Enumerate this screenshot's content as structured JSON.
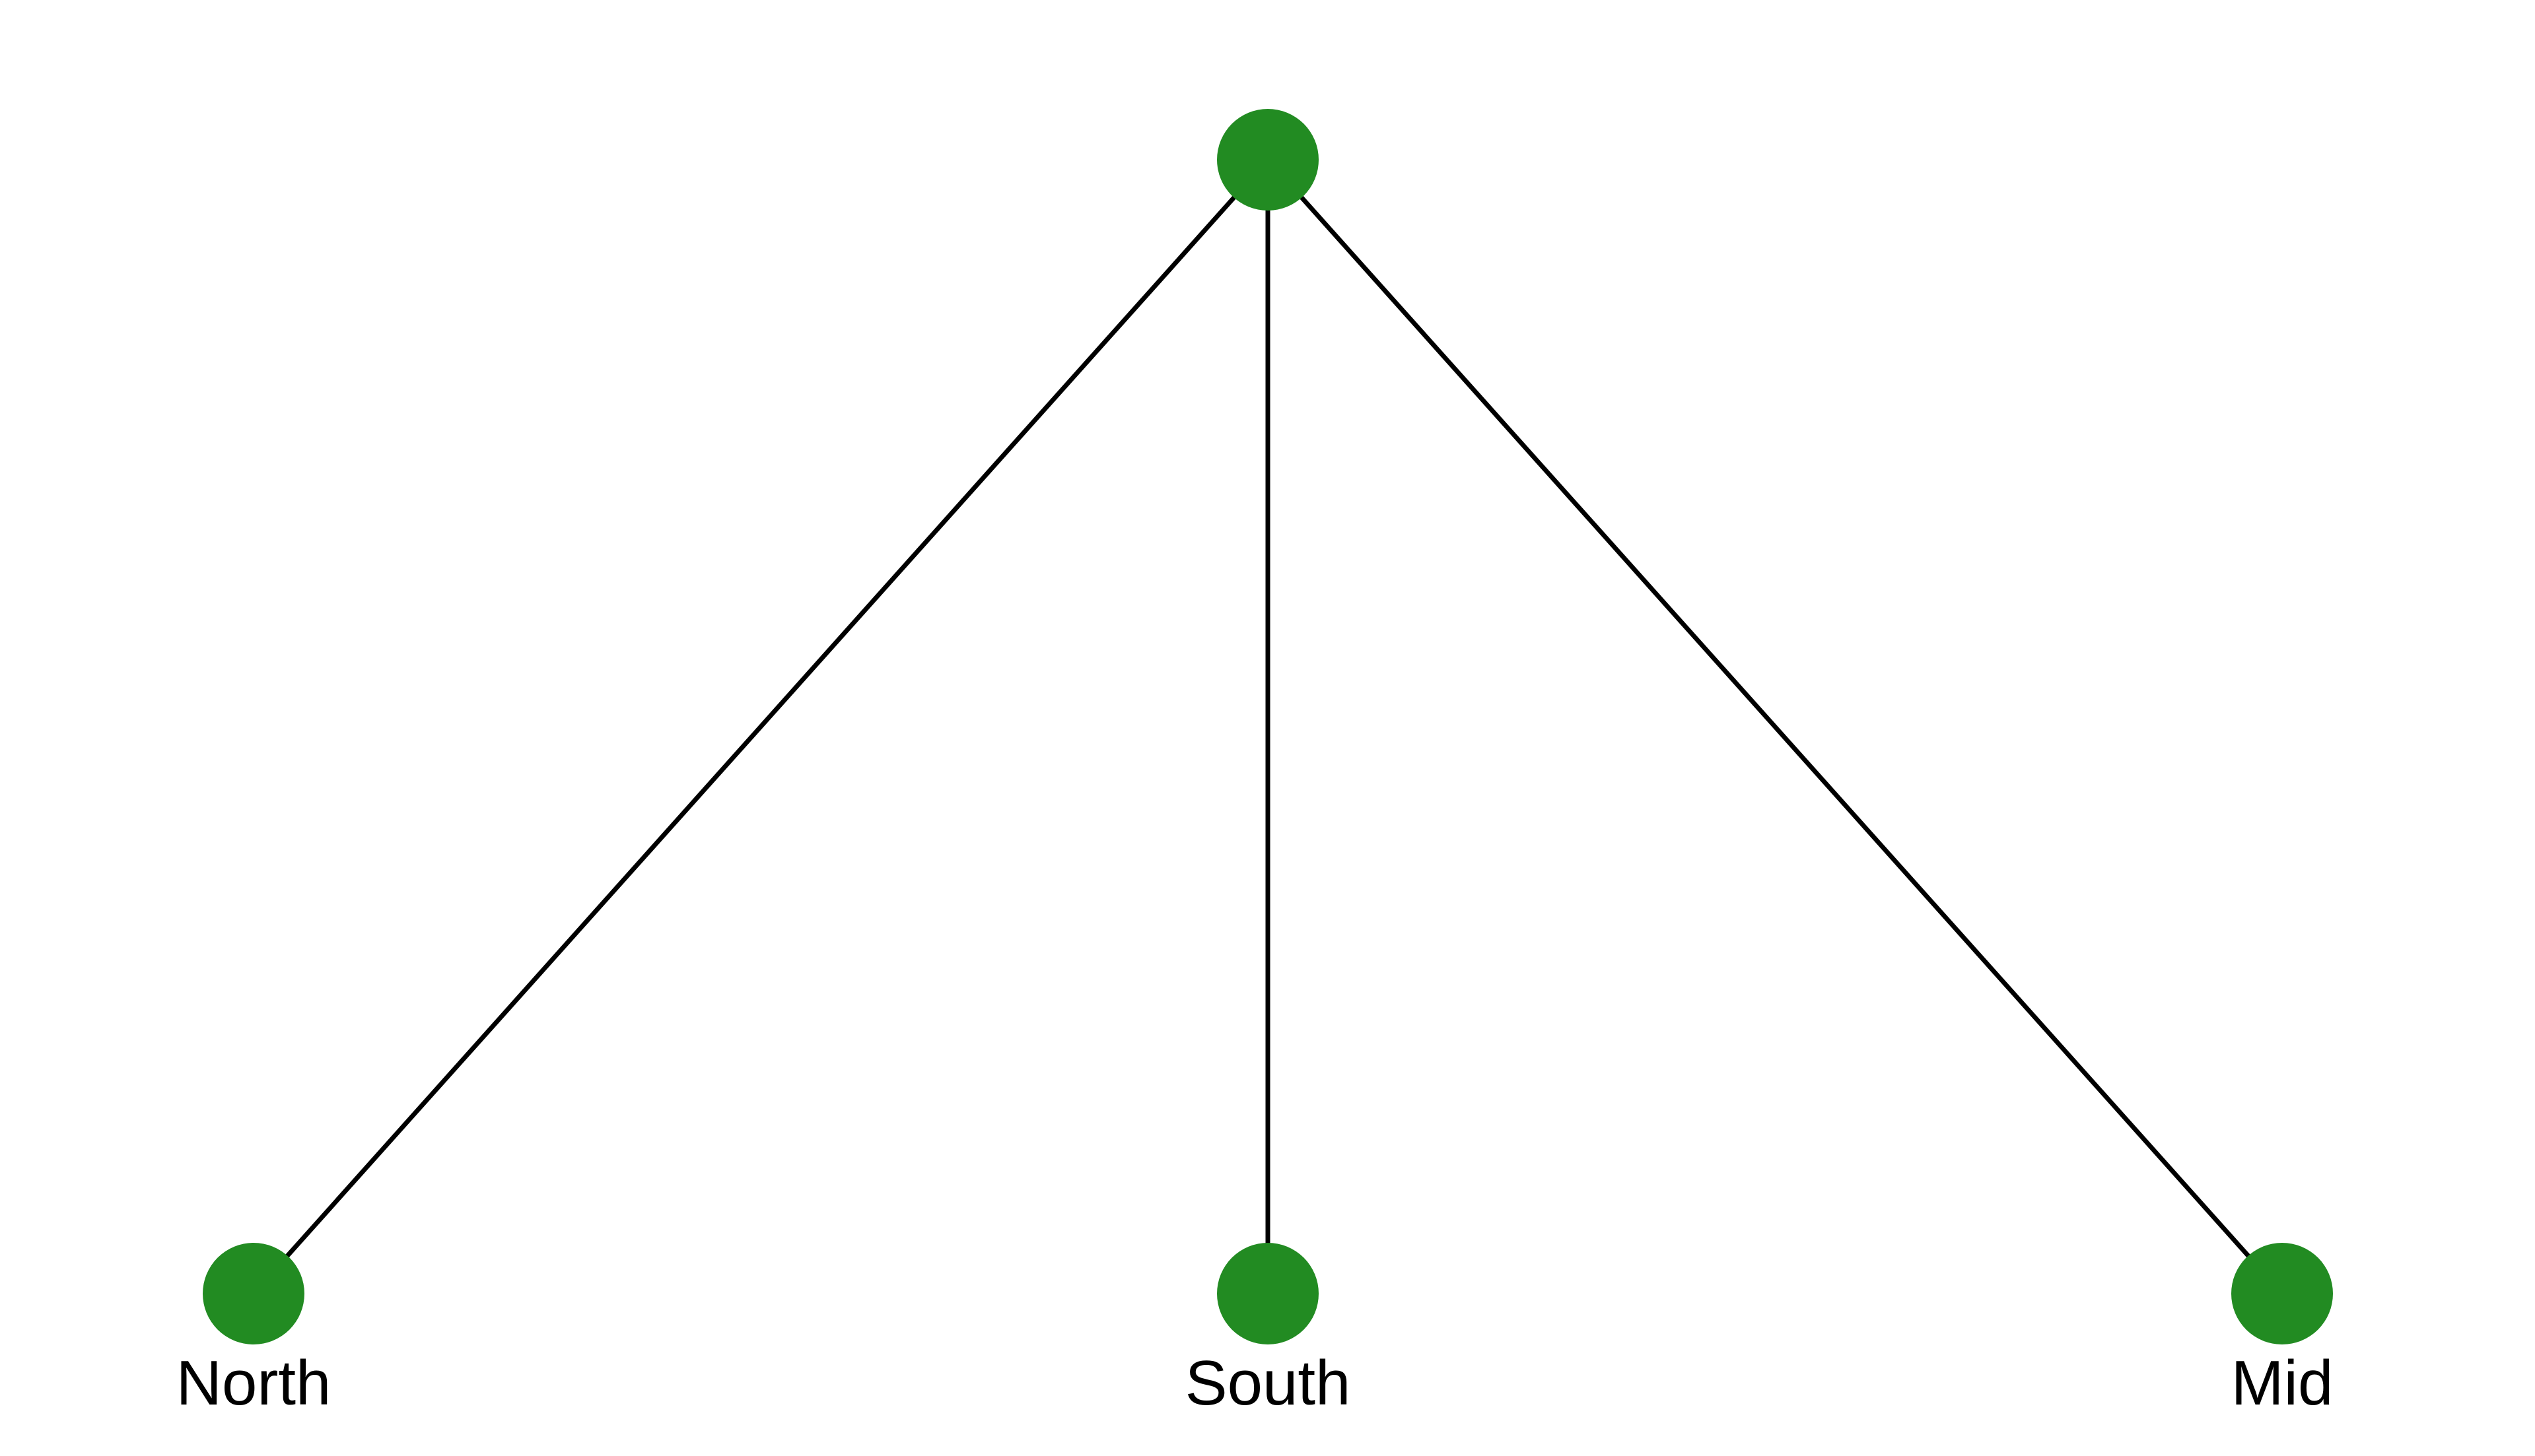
{
  "diagram": {
    "node_color": "#228B22",
    "edge_color": "#000000",
    "nodes": [
      {
        "id": "root",
        "label": ""
      },
      {
        "id": "north",
        "label": "North"
      },
      {
        "id": "south",
        "label": "South"
      },
      {
        "id": "mid",
        "label": "Mid"
      }
    ],
    "edges": [
      {
        "from": "root",
        "to": "north"
      },
      {
        "from": "root",
        "to": "south"
      },
      {
        "from": "root",
        "to": "mid"
      }
    ]
  }
}
